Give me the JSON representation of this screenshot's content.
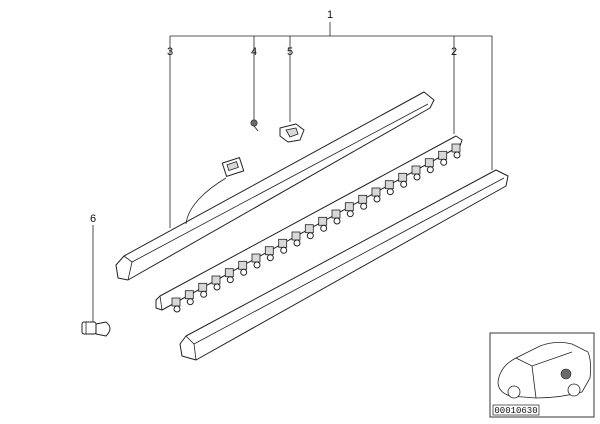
{
  "callouts": {
    "c1": "1",
    "c2": "2",
    "c3": "3",
    "c4": "4",
    "c5": "5",
    "c6": "6"
  },
  "reference_code": "00010630"
}
